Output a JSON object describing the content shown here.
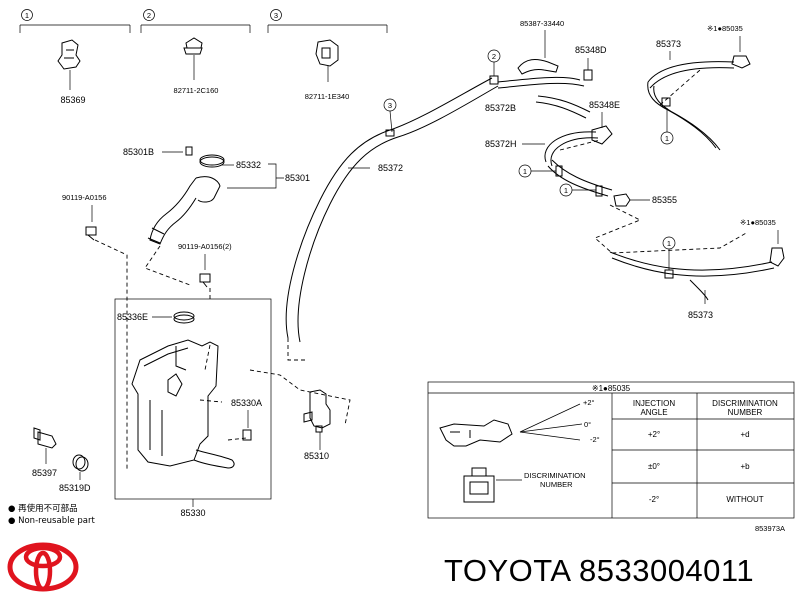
{
  "groups": [
    {
      "num": "1",
      "part": "85369"
    },
    {
      "num": "2",
      "part": "82711-2C160"
    },
    {
      "num": "3",
      "part": "82711-1E340"
    }
  ],
  "labels": {
    "p85387": "85387-33440",
    "p85348d": "85348D",
    "p85373_top": "85373",
    "p85035_top": "※1●85035",
    "p85372b": "85372B",
    "p85348e": "85348E",
    "p85372h": "85372H",
    "p85355": "85355",
    "p85035_mid": "※1●85035",
    "p85373_bot": "85373",
    "p85301b": "85301B",
    "p85332": "85332",
    "p85301": "85301",
    "p85372": "85372",
    "p90119a": "90119-A0156",
    "p90119b": "90119-A0156(2)",
    "p85336e": "85336E",
    "p85330a": "85330A",
    "p85310": "85310",
    "p85397": "85397",
    "p85319d": "85319D",
    "p85330": "85330"
  },
  "callouts": {
    "c1": "1",
    "c2": "2",
    "c3": "3"
  },
  "legend": {
    "line1": "● 再使用不可部品",
    "line2": "● Non-reusable part"
  },
  "table": {
    "title": "※1●85035",
    "col1": [
      "INJECTION",
      "ANGLE"
    ],
    "col2": [
      "DISCRIMINATION",
      "NUMBER"
    ],
    "rows": [
      {
        "angle": "+2°",
        "number": "+d"
      },
      {
        "angle": "±0°",
        "number": "+b"
      },
      {
        "angle": "-2°",
        "number": "WITHOUT"
      }
    ],
    "angle_plus": "+2°",
    "angle_zero": "0°",
    "angle_minus": "-2°",
    "disc_label": [
      "DISCRIMINATION",
      "NUMBER"
    ]
  },
  "diagram_id": "853973A",
  "brand": "TOYOTA 8533004011",
  "colors": {
    "logo": "#e0141e",
    "line": "#000000"
  }
}
